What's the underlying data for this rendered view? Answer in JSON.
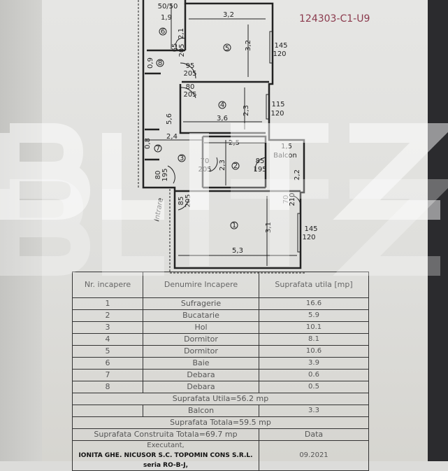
{
  "reference_code": "124303-C1-U9",
  "colors": {
    "reference": "#8b3a4d",
    "paper": "#e3e3e1",
    "lines": "#222222"
  },
  "watermark": "BLITZ",
  "plan": {
    "rooms": {
      "r1": "1",
      "r2": "2",
      "r3": "3",
      "r4": "4",
      "r5": "5",
      "r6": "6",
      "r7": "7",
      "r8": "8"
    },
    "dims": {
      "bath_top": "50/50",
      "bath_w": "1,9",
      "bath_h": "2,1",
      "r5_w": "3,2",
      "r5_h": "3,2",
      "r5_win_a": "145",
      "r5_win_b": "120",
      "d_bath_a": "65",
      "d_bath_b": "205",
      "d5_a": "95",
      "d5_b": "205",
      "d4_a": "80",
      "d4_b": "205",
      "r8": "0,9",
      "r4_w": "3,6",
      "r4_h": "2,3",
      "r4_win_a": "115",
      "r4_win_b": "120",
      "hall_len": "5,6",
      "hall_w": "2,4",
      "r7": "0,8",
      "r2_w": "2,5",
      "r2_h": "2,3",
      "d2_a": "70",
      "d2_b": "205",
      "dbal_a": "85",
      "dbal_b": "195",
      "bal_w": "1,5",
      "bal_h": "2,2",
      "balcon": "Balcon",
      "dent_a": "80",
      "dent_b": "195",
      "d1_a": "85",
      "d1_b": "205",
      "dbal1_a": "70",
      "dbal1_b": "210",
      "entrance": "Intrare",
      "r1_w": "5,3",
      "r1_h": "3,1",
      "r1_win_a": "145",
      "r1_win_b": "120"
    }
  },
  "table": {
    "headers": {
      "nr": "Nr. incapere",
      "name": "Denumire Incapere",
      "area": "Suprafata utila [mp]"
    },
    "rows": [
      {
        "nr": "1",
        "name": "Sufragerie",
        "area": "16.6"
      },
      {
        "nr": "2",
        "name": "Bucatarie",
        "area": "5.9"
      },
      {
        "nr": "3",
        "name": "Hol",
        "area": "10.1"
      },
      {
        "nr": "4",
        "name": "Dormitor",
        "area": "8.1"
      },
      {
        "nr": "5",
        "name": "Dormitor",
        "area": "10.6"
      },
      {
        "nr": "6",
        "name": "Baie",
        "area": "3.9"
      },
      {
        "nr": "7",
        "name": "Debara",
        "area": "0.6"
      },
      {
        "nr": "8",
        "name": "Debara",
        "area": "0.5"
      }
    ],
    "useful_total": "Suprafata Utila=56.2 mp",
    "balcony": {
      "name": "Balcon",
      "area": "3.3"
    },
    "total": "Suprafata Totala=59.5 mp",
    "built_total": "Suprafata Construita Totala=69.7 mp",
    "date_label": "Data",
    "executor_label": "Executant,",
    "executor": "IONITA GHE. NICUSOR    S.C. TOPOMIN CONS S.R.L. seria RO-B-J,",
    "date": "09.2021"
  }
}
